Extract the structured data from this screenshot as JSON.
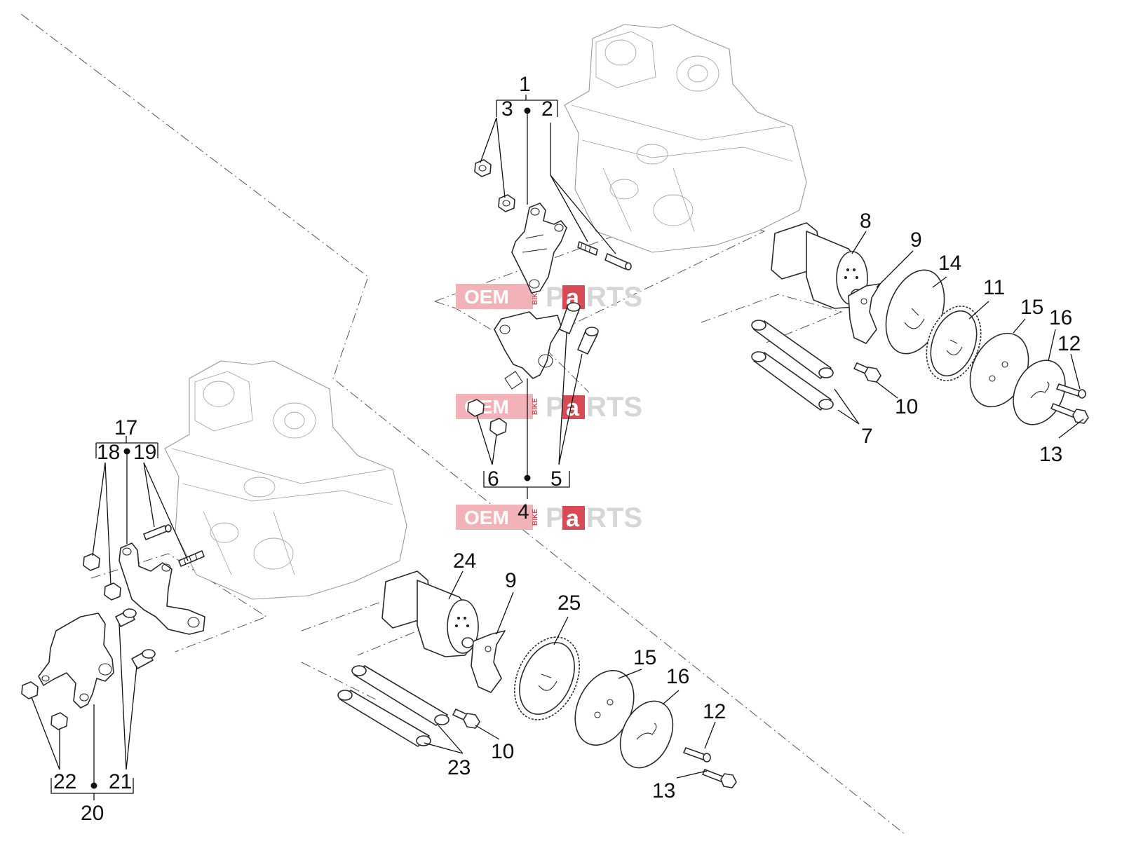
{
  "watermark": {
    "left": "OEM",
    "middle": "BIKE",
    "right_1": "P",
    "right_2": "a",
    "right_3": "RTS"
  },
  "callouts": {
    "c1": "1",
    "c2": "2",
    "c3": "3",
    "c4": "4",
    "c5": "5",
    "c6": "6",
    "c7": "7",
    "c8": "8",
    "c9a": "9",
    "c9b": "9",
    "c10a": "10",
    "c10b": "10",
    "c11": "11",
    "c12a": "12",
    "c12b": "12",
    "c13a": "13",
    "c13b": "13",
    "c14": "14",
    "c15a": "15",
    "c15b": "15",
    "c16a": "16",
    "c16b": "16",
    "c17": "17",
    "c18": "18",
    "c19": "19",
    "c20": "20",
    "c21": "21",
    "c22": "22",
    "c23": "23",
    "c24": "24",
    "c25": "25"
  },
  "colors": {
    "watermark": "#f2b3b8",
    "watermark_accent": "#d84a55",
    "line": "#111111"
  }
}
